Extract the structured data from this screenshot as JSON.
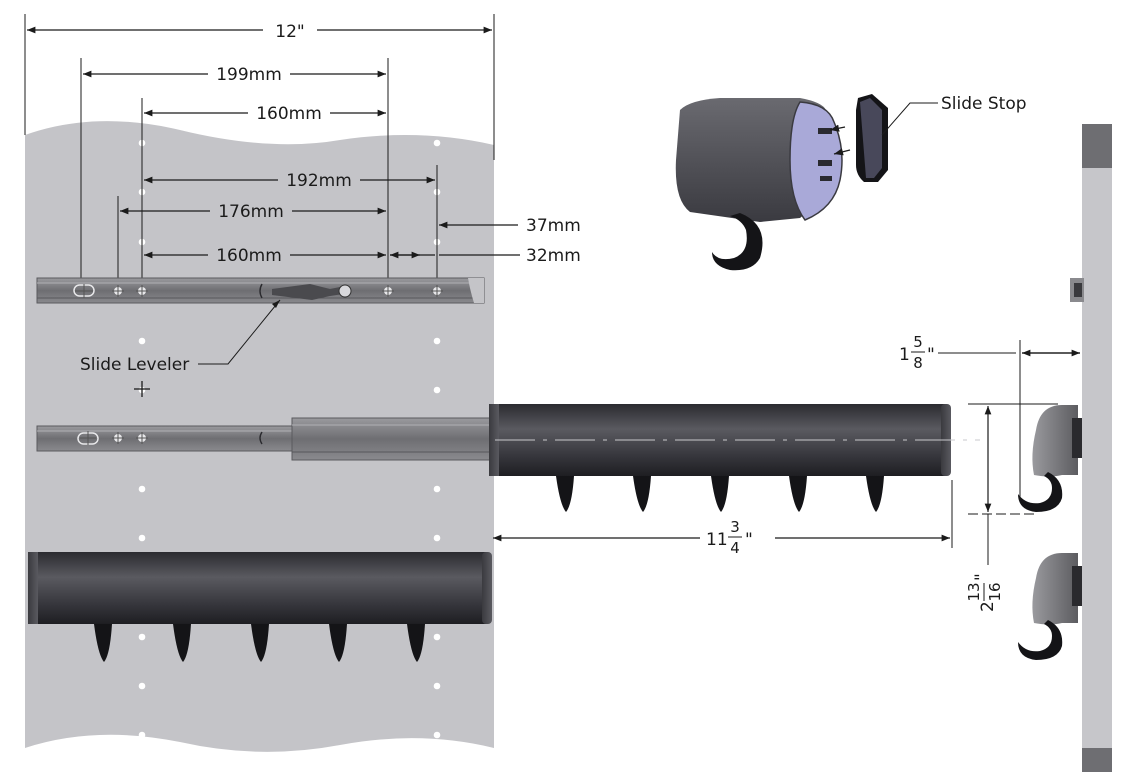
{
  "dimensions": {
    "overall_width": "12\"",
    "d199": "199mm",
    "d160_top": "160mm",
    "d192": "192mm",
    "d176": "176mm",
    "d37": "37mm",
    "d160_low": "160mm",
    "d32": "32mm",
    "rack_length_whole": "11",
    "rack_length_num": "3",
    "rack_length_den": "4",
    "rack_length_mark": "\"",
    "setback_whole": "1",
    "setback_num": "5",
    "setback_den": "8",
    "setback_mark": "\"",
    "hook_height_whole": "2",
    "hook_height_num": "13",
    "hook_height_den": "16",
    "hook_height_mark": "\""
  },
  "callouts": {
    "slide_leveler": "Slide Leveler",
    "slide_stop": "Slide Stop"
  },
  "colors": {
    "panel": "#c4c4c8",
    "rail": "#7d7d80",
    "rack_body": "#3d3d42",
    "hook": "#141417",
    "slide_stop": "#a9a9d8"
  }
}
